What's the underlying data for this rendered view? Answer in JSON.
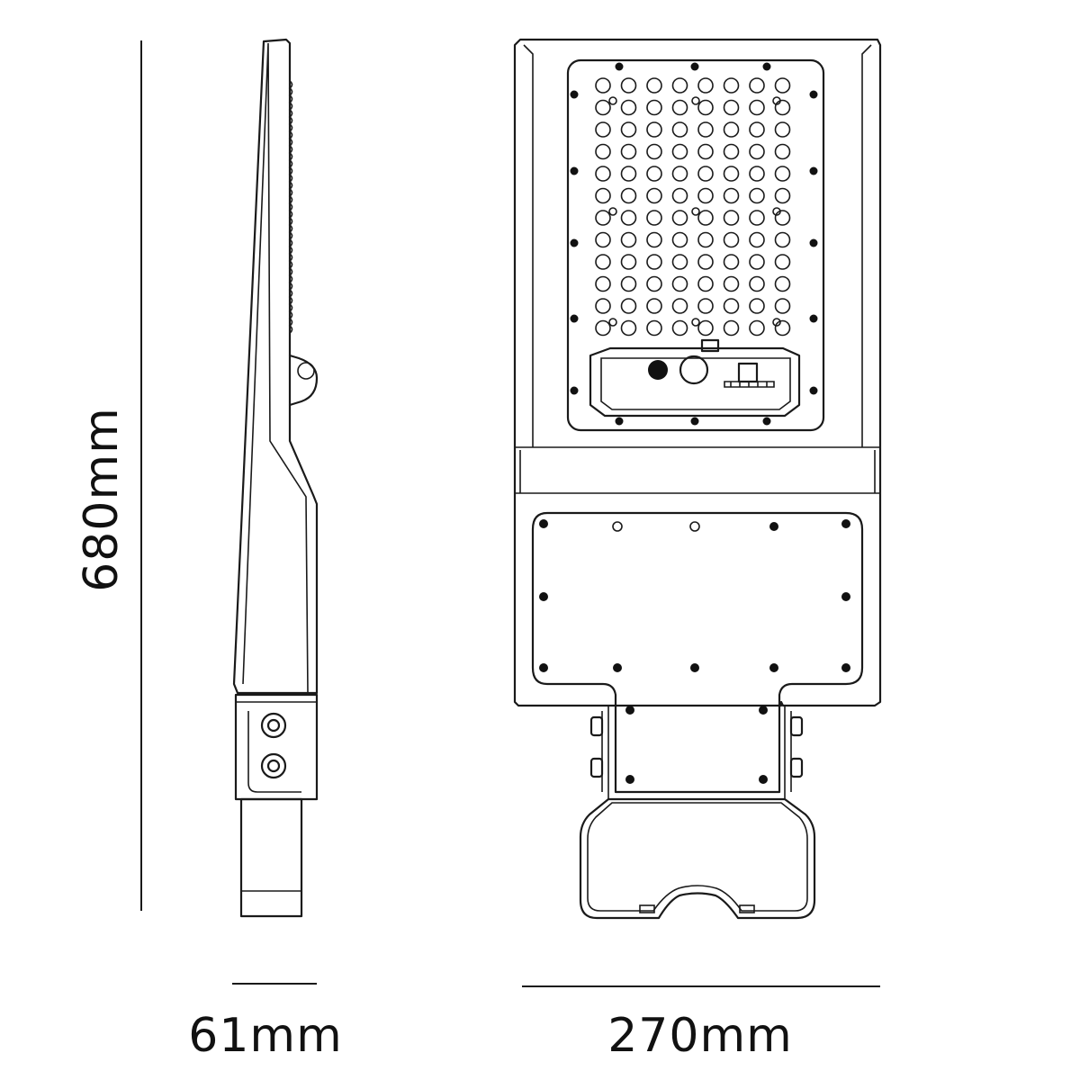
{
  "dimensions": {
    "height": {
      "label": "680mm",
      "value": 680,
      "unit": "mm"
    },
    "depth": {
      "label": "61mm",
      "value": 61,
      "unit": "mm"
    },
    "width": {
      "label": "270mm",
      "value": 270,
      "unit": "mm"
    }
  },
  "colors": {
    "line": "#1a1a1a",
    "dot": "#111111",
    "background": "#ffffff"
  },
  "led_grid": {
    "columns": 8,
    "rows": 12
  }
}
